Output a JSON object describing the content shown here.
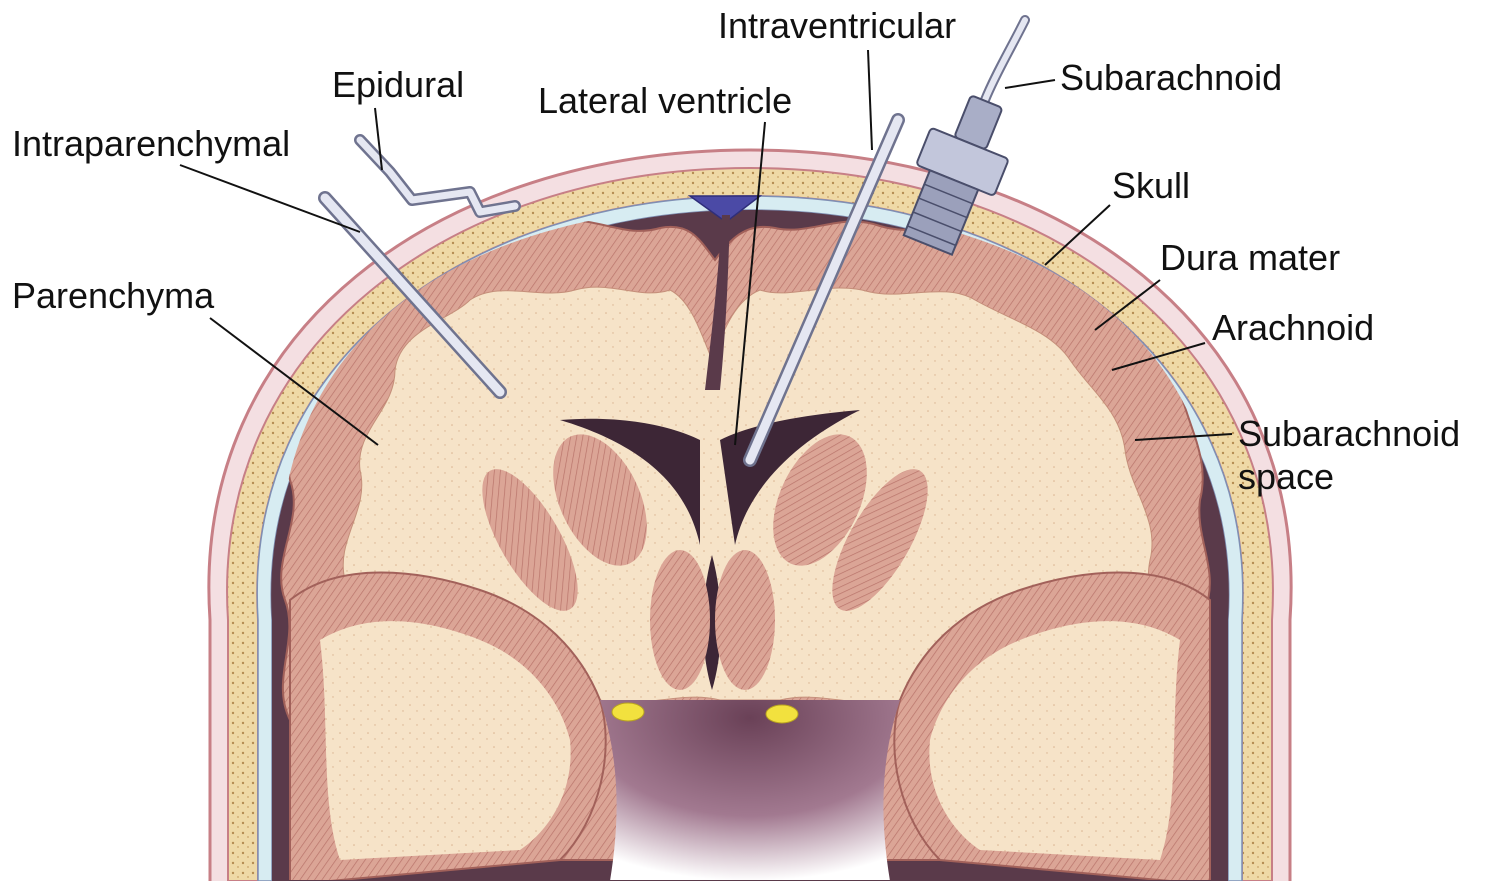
{
  "labels": {
    "intraventricular": "Intraventricular",
    "subarachnoid": "Subarachnoid",
    "epidural": "Epidural",
    "lateral_ventricle": "Lateral ventricle",
    "intraparenchymal": "Intraparenchymal",
    "skull": "Skull",
    "dura_mater": "Dura mater",
    "parenchyma": "Parenchyma",
    "arachnoid": "Arachnoid",
    "subarachnoid_space_line1": "Subarachnoid",
    "subarachnoid_space_line2": "space"
  },
  "colors": {
    "skull": "#efd9a6",
    "skull_outline": "#c77f86",
    "dura": "#d7ecf2",
    "csf_dark": "#5a3a4a",
    "cortex": "#dba596",
    "cortex_line": "#a2615a",
    "white_matter": "#f6e3c8",
    "ventricle": "#3d2636",
    "probe": "#cfd3e6",
    "bolt": "#a9aec7",
    "highlight": "#f2e13e"
  }
}
